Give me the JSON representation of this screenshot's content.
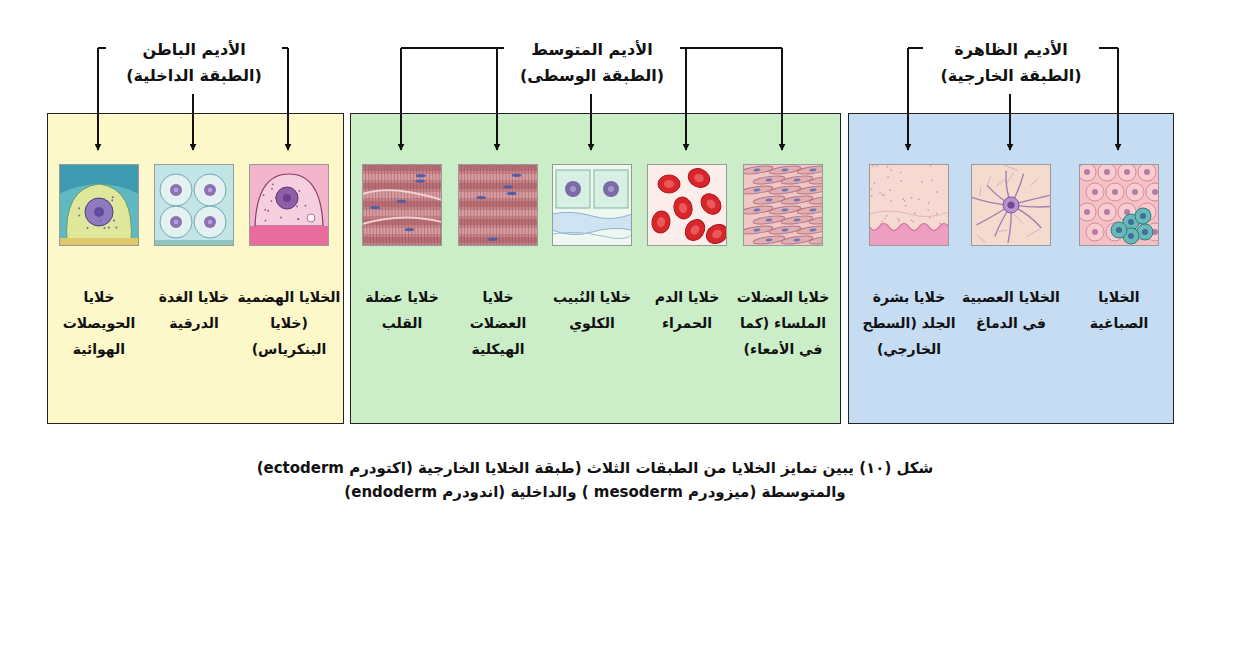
{
  "diagram": {
    "caption": "شكل (١٠) يبين تمايز الخلايا من الطبقات الثلاث (طبقة الخلايا الخارجية (اكتودرم ectoderm) والمتوسطة (ميزودرم mesoderm ) والداخلية (اندودرم endoderm)",
    "nodes": [
      {
        "text": [
          "الأديم الظاهرة (الطبقة الخارجية)"
        ]
      },
      {
        "text": [
          "الخلايا الصباغية"
        ],
        "in": 0
      },
      {
        "text": [
          "الخلايا العصبية في الدماغ"
        ],
        "in": 0
      },
      {
        "text": [
          "خلايا بشرة الجلد (السطح الخارجي)"
        ],
        "in": 0
      },
      {
        "text": [
          "الأديم المتوسط (الطبقة الوسطى)"
        ]
      },
      {
        "text": [
          "خلايا العضلات الملساء (كما في الأمعاء)"
        ],
        "in": 4
      },
      {
        "text": [
          "خلايا الدم الحمراء"
        ],
        "in": 4
      },
      {
        "text": [
          "خلايا النُبيب الكلوي"
        ],
        "in": 4
      },
      {
        "text": [
          "خلايا العضلات الهيكلية"
        ],
        "in": 4
      },
      {
        "text": [
          "خلايا عضلة القلب"
        ],
        "in": 4
      },
      {
        "text": [
          "الأديم الباطن (الطبقة الداخلية)"
        ]
      },
      {
        "text": [
          "الخلايا الهضمية (خلايا البنكرياس)"
        ],
        "in": 10
      },
      {
        "text": [
          "خلايا الغدة الدرقية"
        ],
        "in": 10
      },
      {
        "text": [
          "خلايا الحويصلات الهوائية"
        ],
        "in": 10
      }
    ]
  }
}
